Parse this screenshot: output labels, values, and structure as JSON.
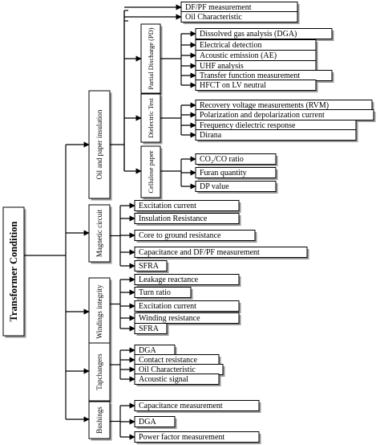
{
  "root": {
    "label": "Transformer Condition"
  },
  "groups": [
    {
      "label": "Oil and paper insulation",
      "subgroups": [
        {
          "label": "",
          "items": [
            "DF/PF measurement",
            "Oil Characteristic"
          ]
        },
        {
          "label": "Partial Discharge (PD)",
          "items": [
            "Dissolved gas analysis (DGA)",
            "Electrical detection",
            "Acoustic emission (AE)",
            "UHF analysis",
            "Transfer function measurement",
            "HFCT on LV neutral"
          ]
        },
        {
          "label": "Dielectric Test",
          "items": [
            "Recovery voltage measurements (RVM)",
            "Polarization and depolarization current",
            "Frequency dielectric response",
            "Dirana"
          ]
        },
        {
          "label": "Cellulose paper",
          "items": [
            "CO₂/CO ratio",
            "Furan quantity",
            "DP value"
          ]
        }
      ]
    },
    {
      "label": "Magnetic circuit",
      "items": [
        "Excitation current",
        "Insulation Resistance",
        "Core to ground resistance",
        "Capacitance and DF/PF measurement",
        "SFRA"
      ]
    },
    {
      "label": "Windings integrity",
      "items": [
        "Leakage reactance",
        "Turn ratio",
        "Excitation current",
        "Winding resistance",
        "SFRA"
      ]
    },
    {
      "label": "Tapchangers",
      "items": [
        "DGA",
        "Contact resistance",
        "Oil Characteristic",
        "Acoustic signal"
      ]
    },
    {
      "label": "Bushings",
      "items": [
        "Capacitance measurement",
        "DGA",
        "Power factor measurement"
      ]
    }
  ]
}
